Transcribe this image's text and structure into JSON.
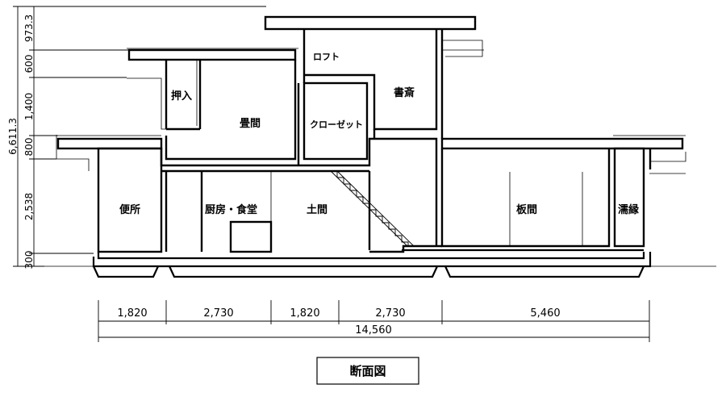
{
  "drawing": {
    "title": "断面図",
    "rooms": {
      "loft": "ロフト",
      "study": "書斎",
      "storage": "押入",
      "tatami": "畳間",
      "closet": "クローゼット",
      "toilet": "便所",
      "kitchen_dining": "厨房・食堂",
      "earthen_floor": "土間",
      "board_floor": "板間",
      "veranda": "濡縁"
    },
    "dims_horizontal": [
      "1,820",
      "2,730",
      "1,820",
      "2,730",
      "5,460"
    ],
    "dim_total": "14,560",
    "dims_vertical": [
      "973.3",
      "600",
      "1,400",
      "800",
      "2,538",
      "300"
    ],
    "dim_vertical_total": "6,611.3"
  }
}
